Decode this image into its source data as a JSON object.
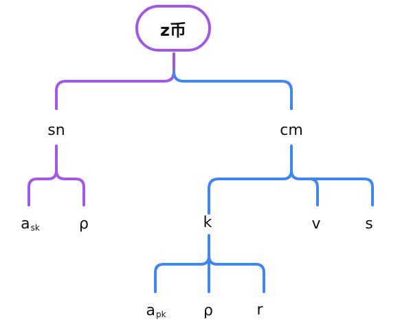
{
  "colors": {
    "purple": "#a058e6",
    "blue": "#3f86f0",
    "text": "#111111"
  },
  "root": {
    "label": "z币"
  },
  "nodes": {
    "sn": "sn",
    "cm": "cm",
    "ask": {
      "base": "a",
      "sub": "sk"
    },
    "rho1": "ρ",
    "k": "k",
    "v": "v",
    "s": "s",
    "apk": {
      "base": "a",
      "sub": "pk"
    },
    "rho2": "ρ",
    "r": "r"
  }
}
